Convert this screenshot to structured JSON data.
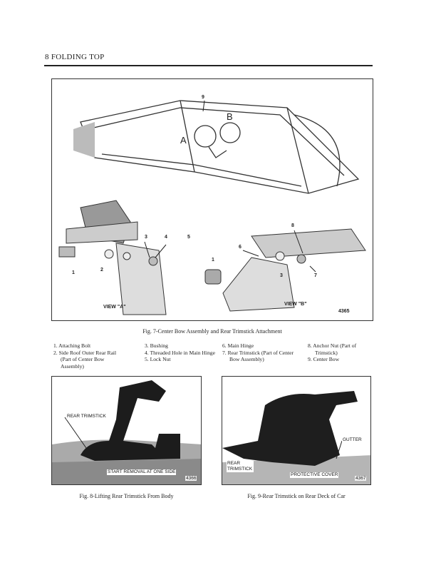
{
  "header": {
    "section": "8 FOLDING TOP"
  },
  "figure7": {
    "caption": "Fig. 7-Center Bow Assembly and Rear Trimstick Attachment",
    "labels": {
      "a": "A",
      "b": "B",
      "n1": "1",
      "n2": "2",
      "n3": "3",
      "n4": "4",
      "n5": "5",
      "n6": "6",
      "n7": "7",
      "n8": "8",
      "n9": "9",
      "n1b": "1",
      "n3b": "3",
      "view_a": "VIEW \"A\"",
      "view_b": "VIEW \"B\"",
      "number": "4365"
    },
    "legend": [
      [
        "1. Attaching Bolt",
        "2. Side Roof Outer Rear Rail (Part of Center Bow Assembly)"
      ],
      [
        "3. Bushing",
        "4. Threaded Hole in Main Hinge",
        "5. Lock Nut"
      ],
      [
        "6. Main Hinge",
        "7. Rear Trimstick (Part of Center Bow Assembly)"
      ],
      [
        "8. Anchor Nut (Part of Trimstick)",
        "9. Center Bow"
      ]
    ]
  },
  "figure8": {
    "caption": "Fig. 8-Lifting Rear Trimstick From Body",
    "labels": {
      "rear_trimstick": "REAR TRIMSTICK",
      "start": "START REMOVAL AT ONE SIDE",
      "number": "4366"
    }
  },
  "figure9": {
    "caption": "Fig. 9-Rear Trimstick on Rear Deck of Car",
    "labels": {
      "gutter": "GUTTER",
      "rear_trimstick": "REAR TRIMSTICK",
      "cover": "PROTECTIVE COVER",
      "number": "4367"
    }
  }
}
